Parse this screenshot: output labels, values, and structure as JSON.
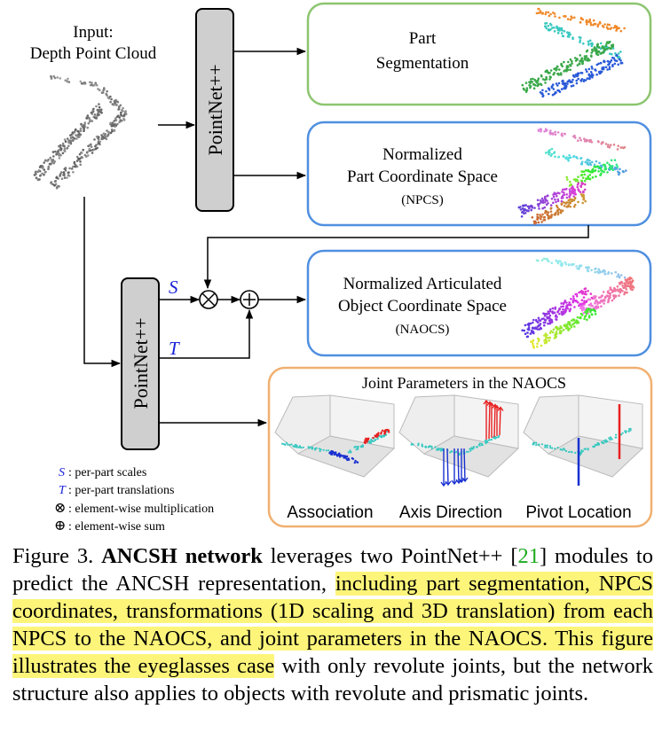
{
  "input": {
    "line1": "Input:",
    "line2": "Depth Point Cloud"
  },
  "pointnet_top": {
    "label": "PointNet++"
  },
  "pointnet_bottom": {
    "label": "PointNet++"
  },
  "outputs": {
    "part_seg": {
      "line1": "Part",
      "line2": "Segmentation",
      "color": "#8cc56f"
    },
    "npcs": {
      "line1": "Normalized",
      "line2": "Part Coordinate Space",
      "line3": "(NPCS)",
      "color": "#4f8fe0"
    },
    "naocs": {
      "line1": "Normalized Articulated",
      "line2": "Object Coordinate Space",
      "line3": "(NAOCS)",
      "color": "#4f8fe0"
    },
    "joint": {
      "title": "Joint Parameters in the NAOCS",
      "color": "#f0b070",
      "panels": [
        "Association",
        "Axis Direction",
        "Pivot Location"
      ]
    }
  },
  "symbols": {
    "S": "S",
    "T": "T",
    "otimes": "⊗",
    "oplus": "⊕"
  },
  "legend": {
    "s_sym": "S",
    "s_text": ": per-part scales",
    "t_sym": "T",
    "t_text": ": per-part translations",
    "mul_sym": "⊗",
    "mul_text": ": element-wise multiplication",
    "sum_sym": "⊕",
    "sum_text": ": element-wise sum"
  },
  "caption": {
    "fig": "Figure 3.",
    "bold": "ANCSH network",
    "t1": " leverages two PointNet++ [",
    "ref": "21",
    "t2": "] modules to predict the ANCSH representation, ",
    "highlighted": "including part segmentation, NPCS coordinates, transformations (1D scaling and 3D translation) from each NPCS to the NAOCS, and joint parameters in the NAOCS. This figure illustrates the eyeglasses case",
    "t3": " with only revolute joints, but the network structure also applies to objects with revolute and prismatic joints."
  },
  "colors": {
    "part_orange": "#f08a2a",
    "part_cyan": "#38c8c0",
    "part_green": "#3aa84a",
    "part_blue": "#2a5ad8",
    "axis_red": "#e82020",
    "axis_blue": "#1830d0"
  }
}
